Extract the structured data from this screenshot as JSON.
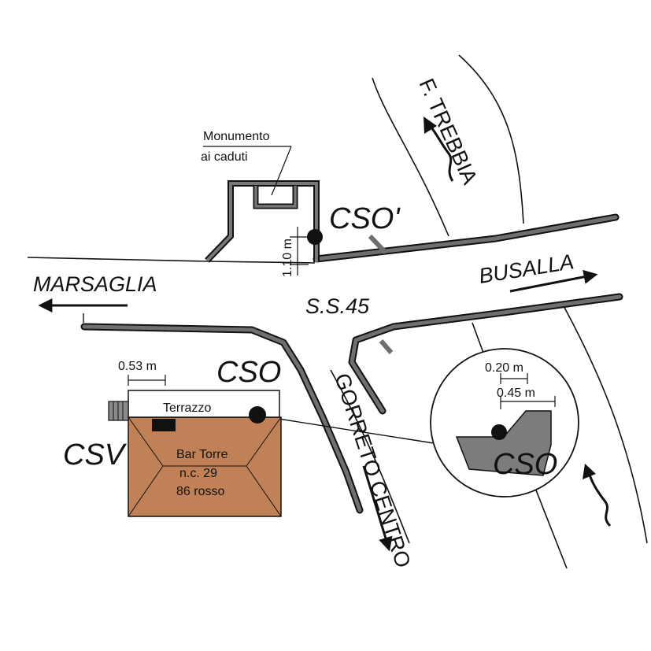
{
  "labels": {
    "monument_line1": "Monumento",
    "monument_line2": "ai caduti",
    "cso_prime": "CSO'",
    "cso": "CSO",
    "cso_detail": "CSO",
    "csv": "CSV",
    "marsaglia": "MARSAGLIA",
    "busalla": "BUSALLA",
    "trebbia": "F. TREBBIA",
    "gorreto": "GORRETO CENTRO",
    "road": "S.S.45",
    "terrazzo": "Terrazzo",
    "bar_line1": "Bar Torre",
    "bar_line2": "n.c. 29",
    "bar_line3": "86 rosso"
  },
  "dimensions": {
    "height_cso_prime": "1.10 m",
    "terrace_offset": "0.53 m",
    "detail_offset_1": "0.20 m",
    "detail_offset_2": "0.45 m"
  },
  "colors": {
    "building": "#c08157",
    "wall_gray": "#6f6f6f",
    "ink": "#111111"
  }
}
